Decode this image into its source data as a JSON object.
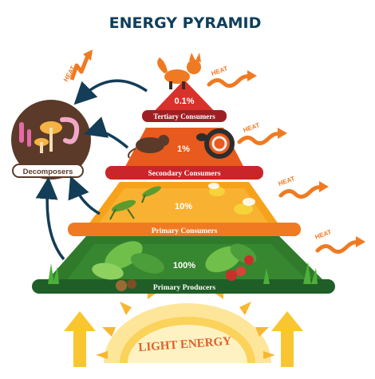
{
  "title": "ENERGY PYRAMID",
  "levels": [
    {
      "percent": "0.1%",
      "label": "Tertiary Consumers"
    },
    {
      "percent": "1%",
      "label": "Secondary Consumers"
    },
    {
      "percent": "10%",
      "label": "Primary Consumers"
    },
    {
      "percent": "100%",
      "label": "Primary Producers"
    }
  ],
  "decomposers_label": "Decomposers",
  "heat_label": "HEAT",
  "light_label": "LIGHT ENERGY",
  "colors": {
    "title": "#0e3f5c",
    "tertiary": "#d9312b",
    "secondary": "#e85a1d",
    "primary": "#f7a21b",
    "producers": "#2f7a2b",
    "heat": "#f07a22",
    "arrow": "#143d57",
    "sun": "#fbd25a"
  }
}
